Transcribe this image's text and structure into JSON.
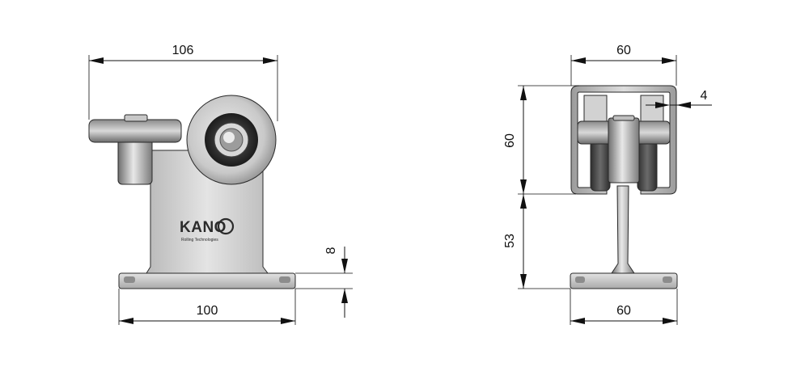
{
  "dimensions": {
    "front_width_top": "106",
    "front_base_width": "100",
    "base_thickness": "8",
    "side_width_top": "60",
    "side_profile_height": "60",
    "side_wall_thickness": "4",
    "side_stem_height": "53",
    "side_base_width": "60"
  },
  "logo": {
    "brand": "KANO",
    "tagline": "Rolling Technologies"
  },
  "colors": {
    "line": "#111111",
    "metal_dark": "#5a5a5a",
    "metal_mid": "#9a9a9a",
    "metal_light": "#d6d6d6"
  }
}
